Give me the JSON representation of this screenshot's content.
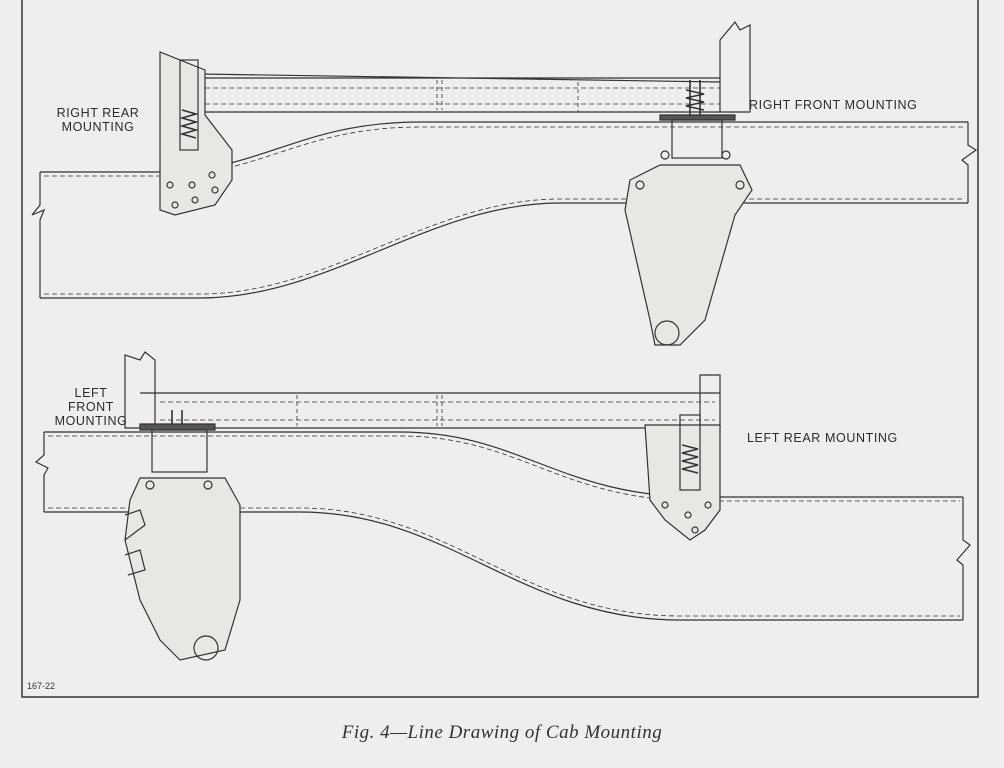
{
  "labels": {
    "right_rear": [
      "RIGHT REAR",
      "MOUNTING"
    ],
    "right_front": "RIGHT FRONT MOUNTING",
    "left_front": [
      "LEFT",
      "FRONT",
      "MOUNTING"
    ],
    "left_rear": "LEFT REAR MOUNTING"
  },
  "figure_number": "167-22",
  "caption": "Fig. 4—Line Drawing of Cab Mounting"
}
